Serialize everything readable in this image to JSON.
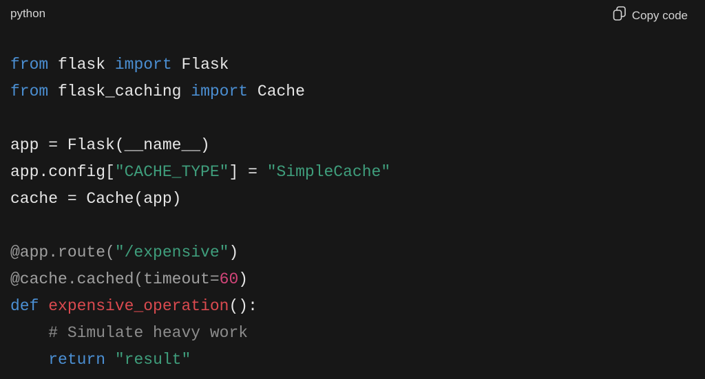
{
  "header": {
    "language": "python",
    "copy_label": "Copy code",
    "copy_icon": "copy-icon"
  },
  "colors": {
    "background": "#171717",
    "keyword": "#4b8fd3",
    "string": "#3f9e7c",
    "function": "#da4a4f",
    "number": "#d24579",
    "decorator": "#a0a0a0",
    "comment": "#8c8c8c"
  },
  "code": {
    "lines": [
      [
        [
          "kw",
          "from"
        ],
        [
          "plain",
          " flask "
        ],
        [
          "kw",
          "import"
        ],
        [
          "plain",
          " Flask"
        ]
      ],
      [
        [
          "kw",
          "from"
        ],
        [
          "plain",
          " flask_caching "
        ],
        [
          "kw",
          "import"
        ],
        [
          "plain",
          " Cache"
        ]
      ],
      [],
      [
        [
          "plain",
          "app = Flask(__name__)"
        ]
      ],
      [
        [
          "plain",
          "app.config["
        ],
        [
          "str",
          "\"CACHE_TYPE\""
        ],
        [
          "plain",
          "] = "
        ],
        [
          "str",
          "\"SimpleCache\""
        ]
      ],
      [
        [
          "plain",
          "cache = Cache(app)"
        ]
      ],
      [],
      [
        [
          "dec",
          "@app.route("
        ],
        [
          "str",
          "\"/expensive\""
        ],
        [
          "plain",
          ")"
        ]
      ],
      [
        [
          "dec",
          "@cache.cached(timeout="
        ],
        [
          "num",
          "60"
        ],
        [
          "plain",
          ")"
        ]
      ],
      [
        [
          "kw",
          "def"
        ],
        [
          "plain",
          " "
        ],
        [
          "fn",
          "expensive_operation"
        ],
        [
          "plain",
          "():"
        ]
      ],
      [
        [
          "plain",
          "    "
        ],
        [
          "com",
          "# Simulate heavy work"
        ]
      ],
      [
        [
          "plain",
          "    "
        ],
        [
          "kw",
          "return"
        ],
        [
          "plain",
          " "
        ],
        [
          "str",
          "\"result\""
        ]
      ]
    ]
  }
}
